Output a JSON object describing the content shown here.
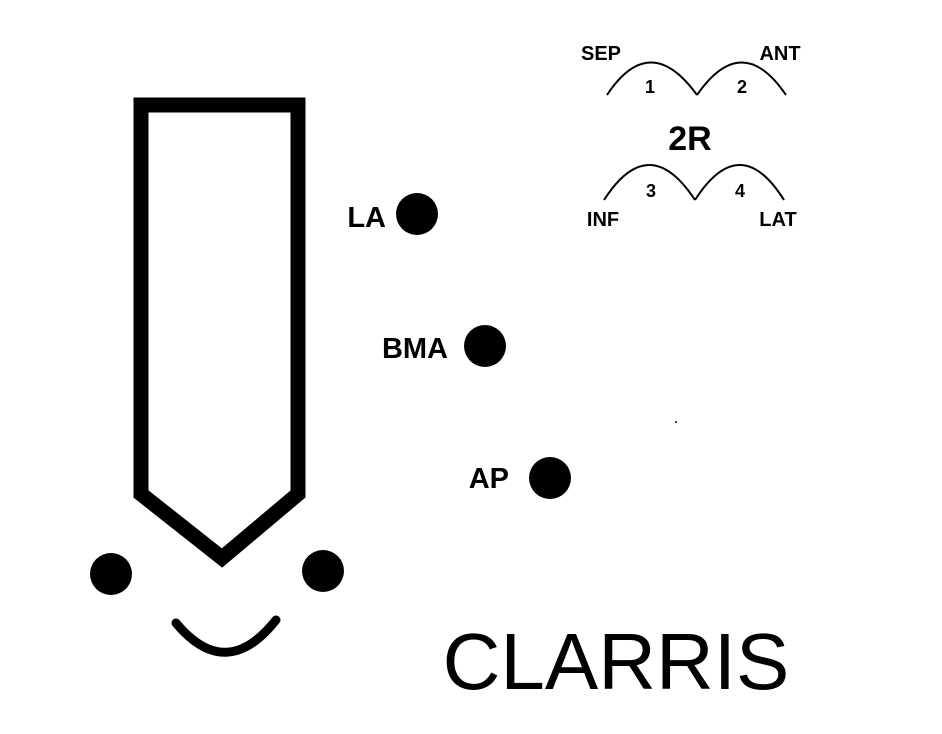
{
  "colors": {
    "ink": "#000000",
    "background": "#ffffff"
  },
  "labels": {
    "la": "LA",
    "bma": "BMA",
    "ap": "AP"
  },
  "legend": {
    "sep": "SEP",
    "ant": "ANT",
    "inf": "INF",
    "lat": "LAT",
    "one": "1",
    "two": "2",
    "three": "3",
    "four": "4",
    "center": "2R"
  },
  "title": "CLARRIS"
}
